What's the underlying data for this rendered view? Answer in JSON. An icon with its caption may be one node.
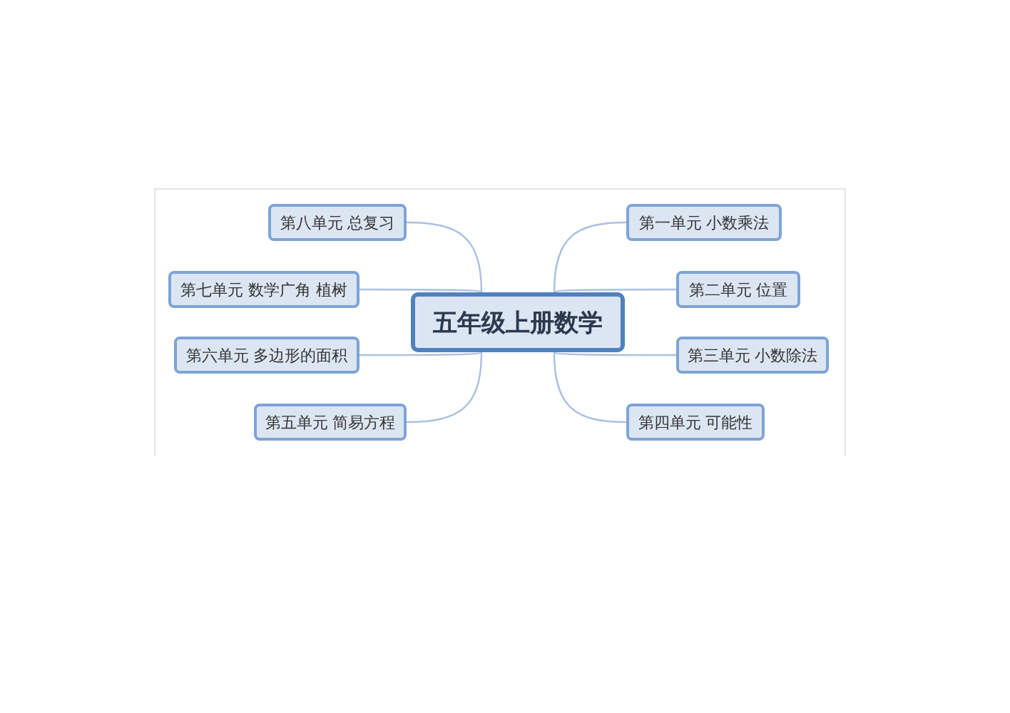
{
  "diagram": {
    "nodes": [
      {
        "text": [
          "五年级上册数学"
        ]
      },
      {
        "text": [
          "第一单元 小数乘法"
        ]
      },
      {
        "text": [
          "第二单元 位置"
        ]
      },
      {
        "text": [
          "第三单元 小数除法"
        ]
      },
      {
        "text": [
          "第四单元 可能性"
        ]
      },
      {
        "text": [
          "第八单元 总复习"
        ]
      },
      {
        "text": [
          "第七单元 数学广角 植树"
        ]
      },
      {
        "text": [
          "第六单元 多边形的面积"
        ]
      },
      {
        "text": [
          "第五单元 简易方程"
        ]
      }
    ],
    "edges": [
      {
        "from": 0,
        "to": 1,
        "arrow": "none"
      },
      {
        "from": 0,
        "to": 2,
        "arrow": "none"
      },
      {
        "from": 0,
        "to": 3,
        "arrow": "none"
      },
      {
        "from": 0,
        "to": 4,
        "arrow": "none"
      },
      {
        "from": 0,
        "to": 5,
        "arrow": "none"
      },
      {
        "from": 0,
        "to": 6,
        "arrow": "none"
      },
      {
        "from": 0,
        "to": 7,
        "arrow": "none"
      },
      {
        "from": 0,
        "to": 8,
        "arrow": "none"
      }
    ]
  }
}
